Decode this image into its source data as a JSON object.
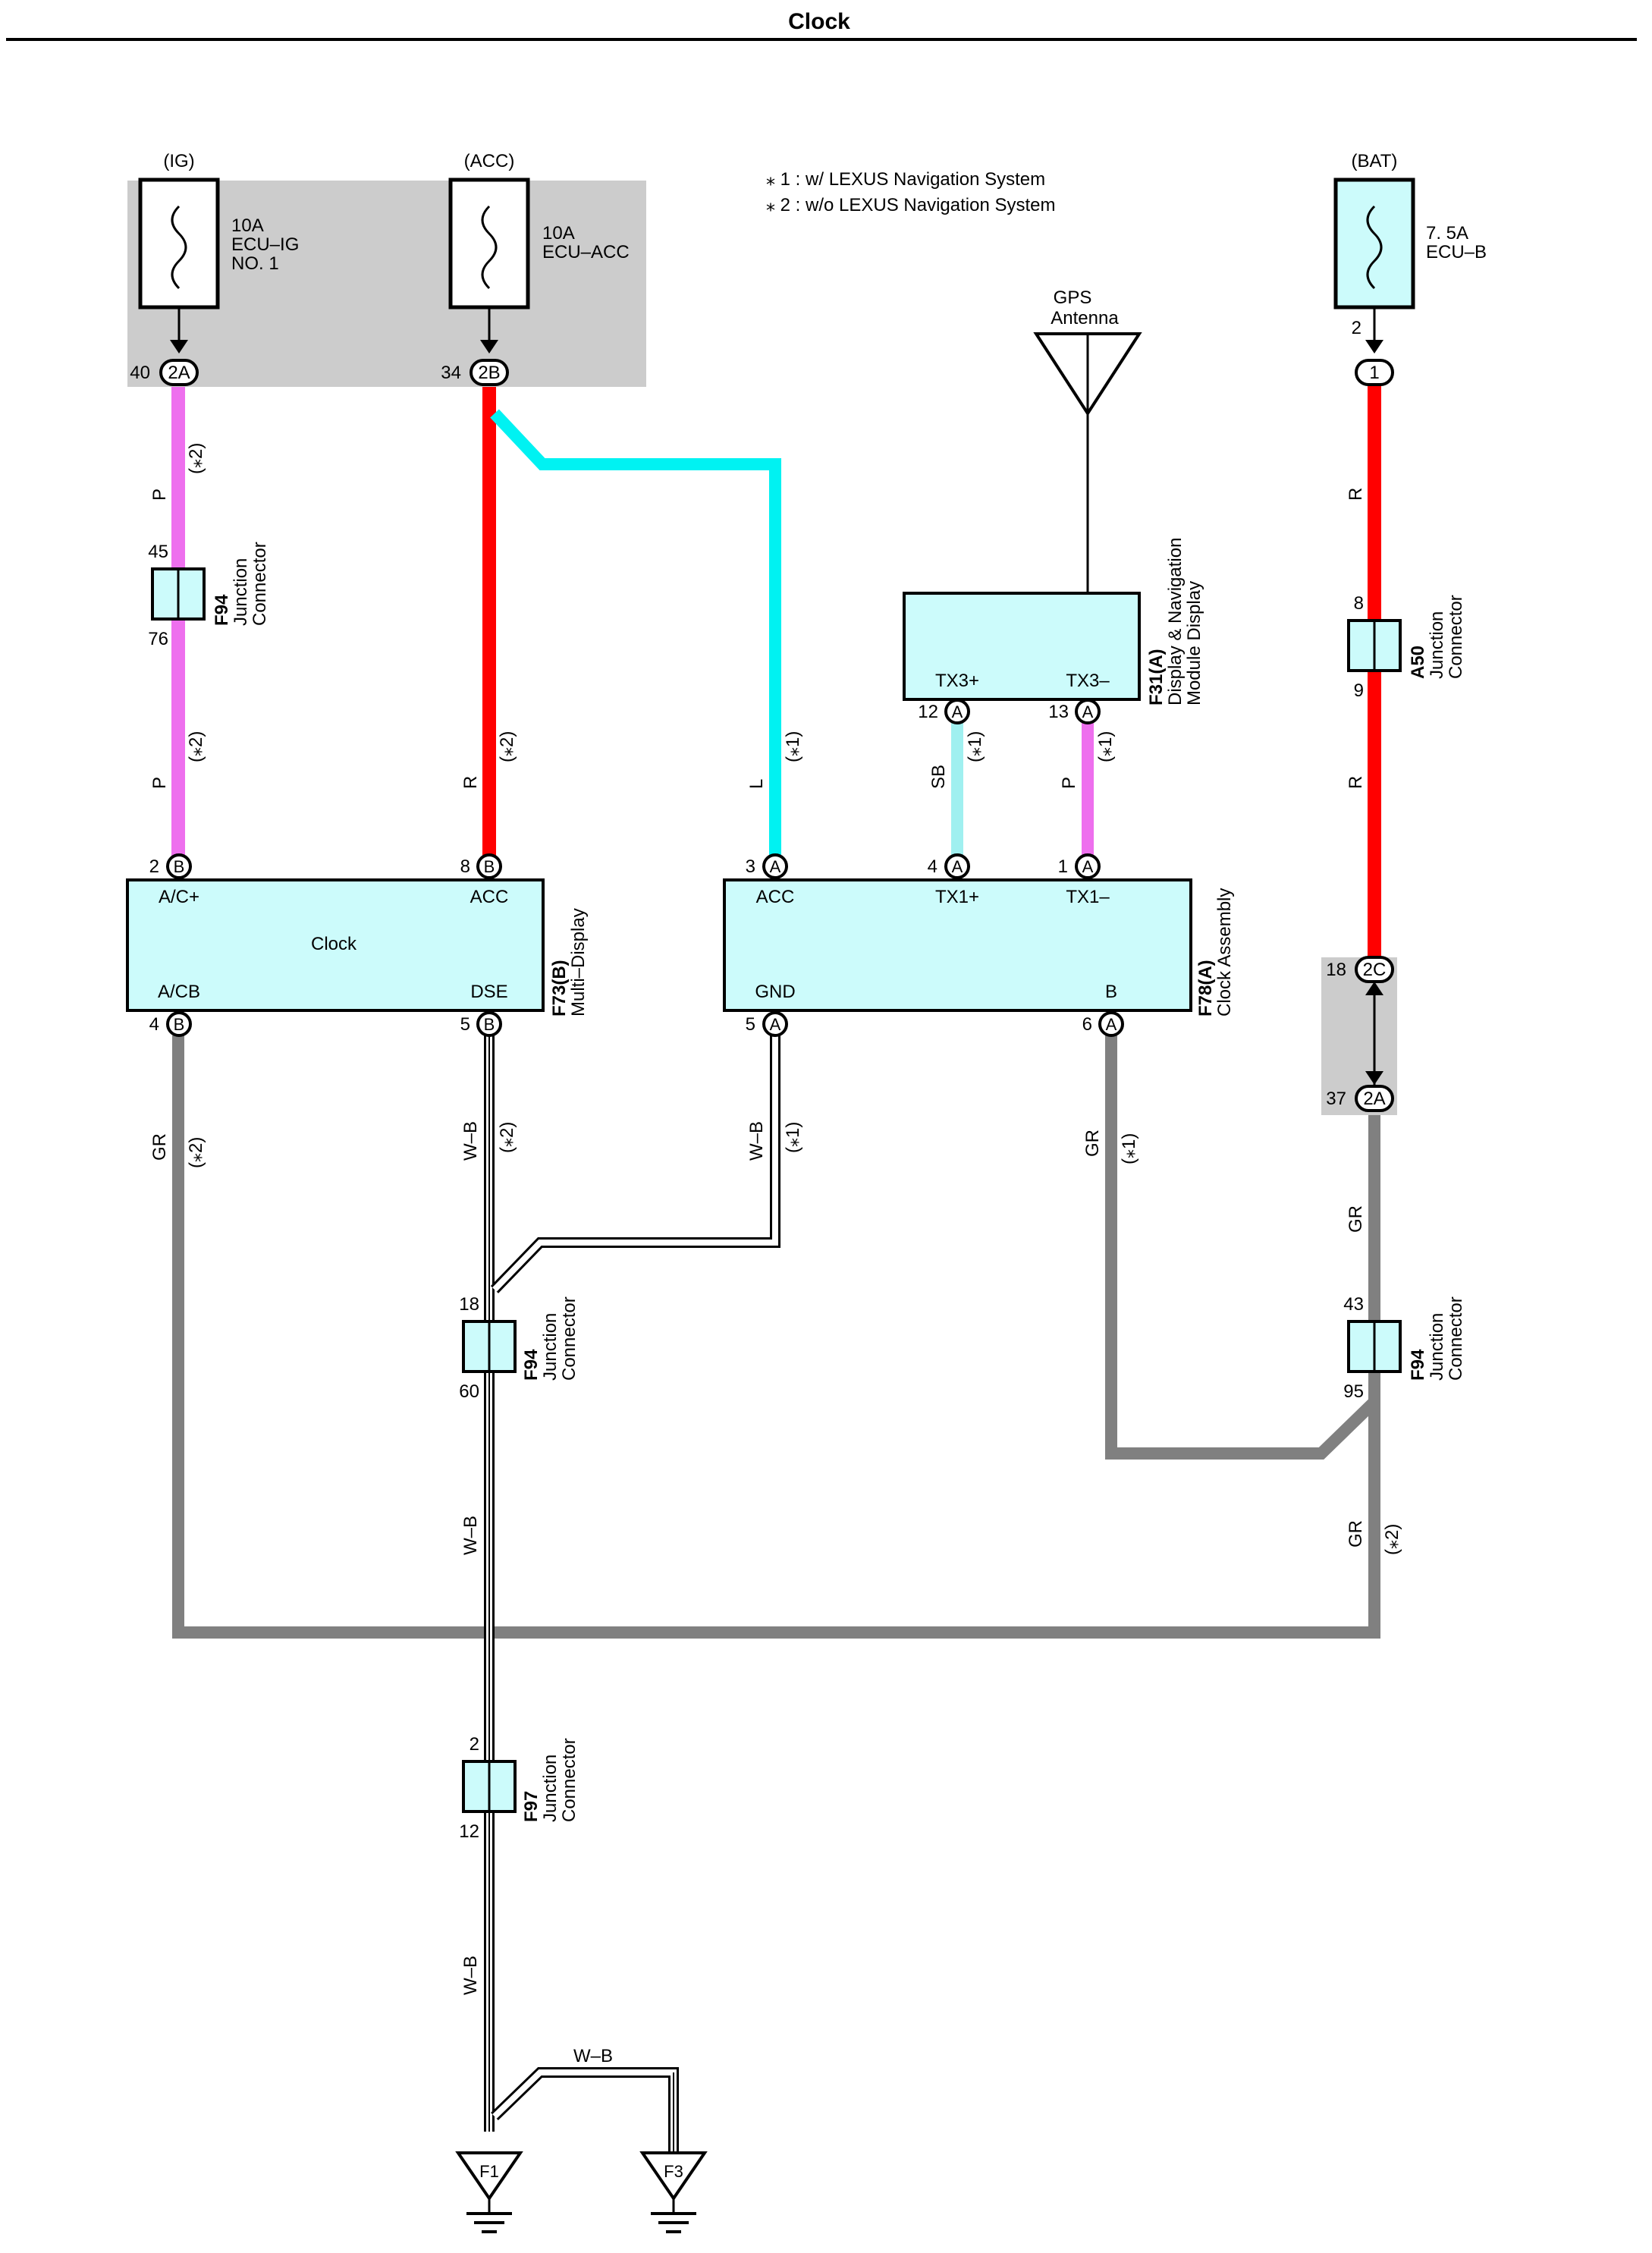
{
  "title": "Clock",
  "notes": [
    "⁎ 1 : w/ LEXUS Navigation System",
    "⁎ 2 : w/o LEXUS Navigation System"
  ],
  "colors": {
    "P": "#ee6fee",
    "R": "#ff0000",
    "L": "#00f2f2",
    "SB": "#a0f0f0",
    "GR": "#808080",
    "component_fill": "#ccfbfb",
    "junction_block": "#cccccc"
  },
  "fuses": {
    "ig": {
      "source": "(IG)",
      "rating": "10A",
      "name": "ECU–IG",
      "name2": "NO. 1"
    },
    "acc": {
      "source": "(ACC)",
      "rating": "10A",
      "name": "ECU–ACC"
    },
    "bat": {
      "source": "(BAT)",
      "rating": "7. 5A",
      "name": "ECU–B"
    }
  },
  "connectors": {
    "ig": {
      "pin": "40",
      "code": "2A"
    },
    "acc": {
      "pin": "34",
      "code": "2B"
    },
    "bat": {
      "pin_top": "2",
      "code": "1"
    },
    "bat_2c": {
      "pin": "18",
      "code": "2C"
    },
    "bat_2a": {
      "pin": "37",
      "code": "2A"
    }
  },
  "gps": {
    "line1": "GPS",
    "line2": "Antenna"
  },
  "nav_display": {
    "code": "F31(A)",
    "name1": "Display & Navigation",
    "name2": "Module Display",
    "pins": [
      {
        "label": "TX3+",
        "num": "12",
        "code": "A"
      },
      {
        "label": "TX3–",
        "num": "13",
        "code": "A"
      }
    ]
  },
  "multi_display": {
    "code": "F73(B)",
    "name": "Multi–Display",
    "center": "Clock",
    "top_pins": [
      {
        "label": "A/C+",
        "num": "2",
        "code": "B"
      },
      {
        "label": "ACC",
        "num": "8",
        "code": "B"
      }
    ],
    "bottom_pins": [
      {
        "label": "A/CB",
        "num": "4",
        "code": "B"
      },
      {
        "label": "DSE",
        "num": "5",
        "code": "B"
      }
    ]
  },
  "clock_assembly": {
    "code": "F78(A)",
    "name": "Clock Assembly",
    "top_pins": [
      {
        "label": "ACC",
        "num": "3",
        "code": "A"
      },
      {
        "label": "TX1+",
        "num": "4",
        "code": "A"
      },
      {
        "label": "TX1–",
        "num": "1",
        "code": "A"
      }
    ],
    "bottom_pins": [
      {
        "label": "GND",
        "num": "5",
        "code": "A"
      },
      {
        "label": "B",
        "num": "6",
        "code": "A"
      }
    ]
  },
  "junctions": [
    {
      "code": "F94",
      "name1": "Junction",
      "name2": "Connector",
      "pin_top": "45",
      "pin_bottom": "76"
    },
    {
      "code": "A50",
      "name1": "Junction",
      "name2": "Connector",
      "pin_top": "8",
      "pin_bottom": "9"
    },
    {
      "code": "F94",
      "name1": "Junction",
      "name2": "Connector",
      "pin_top": "18",
      "pin_bottom": "60"
    },
    {
      "code": "F94",
      "name1": "Junction",
      "name2": "Connector",
      "pin_top": "43",
      "pin_bottom": "95"
    },
    {
      "code": "F97",
      "name1": "Junction",
      "name2": "Connector",
      "pin_top": "2",
      "pin_bottom": "12"
    }
  ],
  "wire_labels": [
    {
      "color": "P",
      "note": "(⁎2)"
    },
    {
      "color": "P",
      "note": "(⁎2)"
    },
    {
      "color": "R",
      "note": "(⁎2)"
    },
    {
      "color": "L",
      "note": "(⁎1)"
    },
    {
      "color": "SB",
      "note": "(⁎1)"
    },
    {
      "color": "P",
      "note": "(⁎1)"
    },
    {
      "color": "R",
      "note": ""
    },
    {
      "color": "R",
      "note": ""
    },
    {
      "color": "GR",
      "note": "(⁎2)"
    },
    {
      "color": "W–B",
      "note": "(⁎2)"
    },
    {
      "color": "W–B",
      "note": "(⁎1)"
    },
    {
      "color": "GR",
      "note": "(⁎1)"
    },
    {
      "color": "GR",
      "note": ""
    },
    {
      "color": "W–B",
      "note": ""
    },
    {
      "color": "GR",
      "note": "(⁎2)"
    },
    {
      "color": "W–B",
      "note": ""
    }
  ],
  "wb_horizontal": "W–B",
  "grounds": [
    "F1",
    "F3"
  ]
}
